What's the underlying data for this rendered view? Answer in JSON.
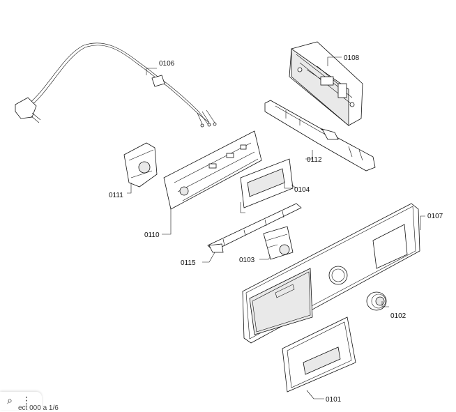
{
  "labels": {
    "p0101": "0101",
    "p0102": "0102",
    "p0103": "0103",
    "p0104": "0104",
    "p0106": "0106",
    "p0107": "0107",
    "p0108": "0108",
    "p0110": "0110",
    "p0111": "0111",
    "p0112": "0112",
    "p0115": "0115"
  },
  "footer": {
    "text": "ect 000 a 1/6"
  },
  "tools": {
    "lens_icon": "lens-icon",
    "more_icon": "more-vertical-icon"
  }
}
